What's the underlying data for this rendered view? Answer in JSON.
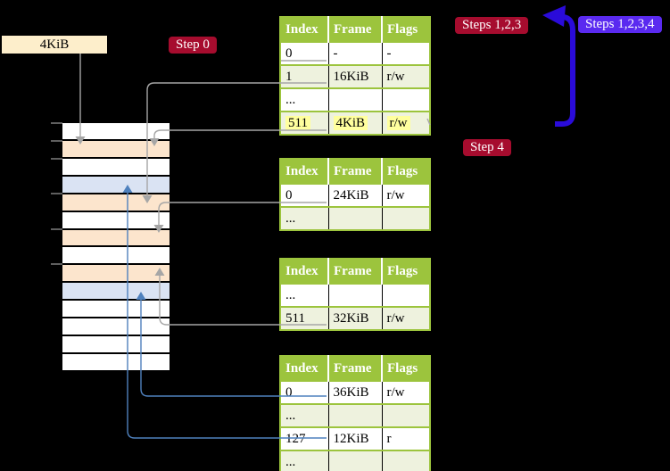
{
  "colors": {
    "table_header_bg": "#9cc43d",
    "table_border_green": "#9cc43d",
    "table_row_alt_bg": "#eef2de",
    "highlight_yellow": "#ffff9e",
    "stack_white": "#ffffff",
    "stack_peach": "#fce5cd",
    "stack_blue": "#dae3f3",
    "badge_red_bg": "#a60c2e",
    "badge_violet_bg": "#5a2af0",
    "arrow_gray": "#a6a6a6",
    "arrow_blue": "#4f81bd",
    "big_arrow_blue": "#2a0bd9",
    "label_cream_bg": "#fdeecb"
  },
  "frame_label": {
    "text": "4KiB"
  },
  "badges": {
    "step0": "Step 0",
    "steps123": "Steps 1,2,3",
    "steps1234": "Steps 1,2,3,4",
    "step4": "Step 4"
  },
  "memory_stack": {
    "rows": [
      {
        "color": "white"
      },
      {
        "color": "peach"
      },
      {
        "color": "white"
      },
      {
        "color": "blue"
      },
      {
        "color": "peach"
      },
      {
        "color": "white"
      },
      {
        "color": "peach"
      },
      {
        "color": "white"
      },
      {
        "color": "peach"
      },
      {
        "color": "blue"
      },
      {
        "color": "white"
      },
      {
        "color": "white"
      },
      {
        "color": "white"
      },
      {
        "color": "white"
      }
    ]
  },
  "tables": [
    {
      "headers": [
        "Index",
        "Frame",
        "Flags"
      ],
      "rows": [
        {
          "cells": [
            "0",
            "-",
            "-"
          ]
        },
        {
          "cells": [
            "1",
            "16KiB",
            "r/w"
          ]
        },
        {
          "cells": [
            "...",
            "",
            ""
          ]
        },
        {
          "cells": [
            "511",
            "4KiB",
            "r/w"
          ]
        }
      ]
    },
    {
      "headers": [
        "Index",
        "Frame",
        "Flags"
      ],
      "rows": [
        {
          "cells": [
            "0",
            "24KiB",
            "r/w"
          ]
        },
        {
          "cells": [
            "...",
            "",
            ""
          ]
        }
      ]
    },
    {
      "headers": [
        "Index",
        "Frame",
        "Flags"
      ],
      "rows": [
        {
          "cells": [
            "...",
            "",
            ""
          ]
        },
        {
          "cells": [
            "511",
            "32KiB",
            "r/w"
          ]
        }
      ]
    },
    {
      "headers": [
        "Index",
        "Frame",
        "Flags"
      ],
      "rows": [
        {
          "cells": [
            "0",
            "36KiB",
            "r/w"
          ]
        },
        {
          "cells": [
            "...",
            "",
            ""
          ]
        },
        {
          "cells": [
            "127",
            "12KiB",
            "r"
          ]
        },
        {
          "cells": [
            "...",
            "",
            ""
          ]
        }
      ]
    }
  ]
}
